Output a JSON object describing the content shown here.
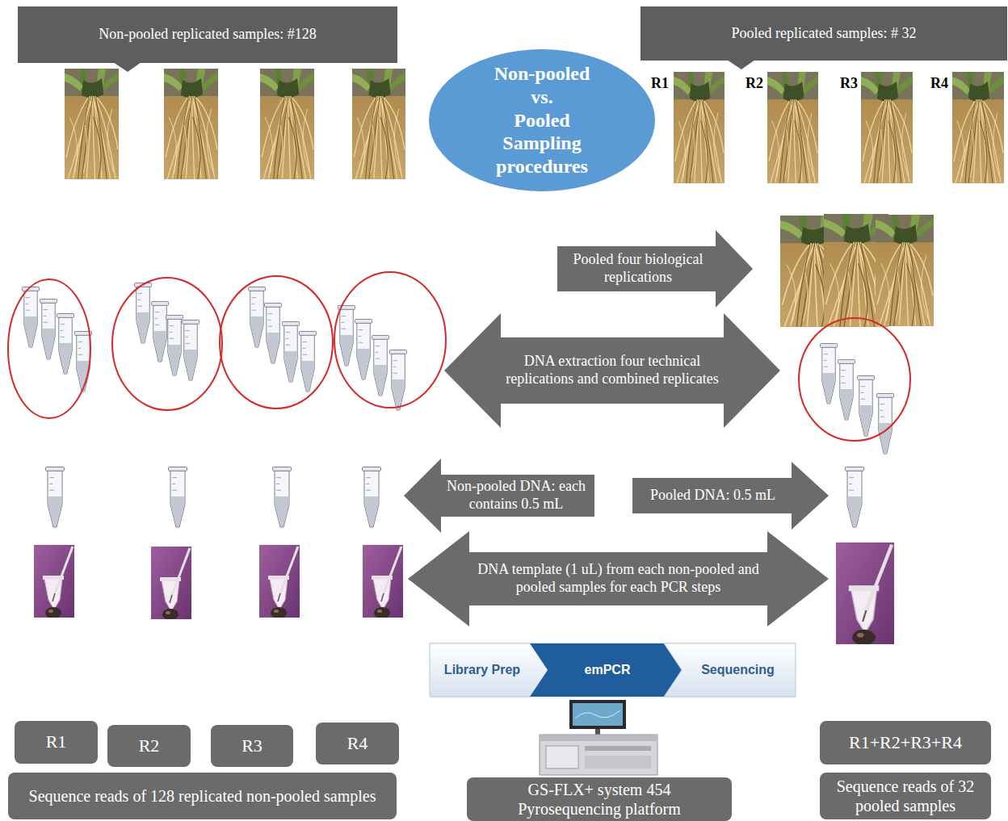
{
  "diagram": {
    "nodes": [
      {
        "text": [
          "Non-pooled replicated samples: #128"
        ]
      },
      {
        "text": [
          "Non-pooled vs. Pooled Sampling procedures"
        ]
      },
      {
        "text": [
          "Pooled replicated samples: # 32"
        ]
      },
      {
        "text": [
          "Pooled four biological replications"
        ]
      },
      {
        "text": [
          "DNA extraction four technical replications and combined replicates"
        ]
      },
      {
        "text": [
          "Non-pooled DNA: each contains 0.5 mL"
        ]
      },
      {
        "text": [
          "Pooled DNA: 0.5 mL"
        ]
      },
      {
        "text": [
          "DNA template (1 uL) from each non-pooled and pooled samples for each PCR steps"
        ]
      },
      {
        "text": [
          "Library Prep"
        ]
      },
      {
        "text": [
          "emPCR"
        ]
      },
      {
        "text": [
          "Sequencing"
        ]
      },
      {
        "text": [
          "R1"
        ]
      },
      {
        "text": [
          "R2"
        ]
      },
      {
        "text": [
          "R3"
        ]
      },
      {
        "text": [
          "R4"
        ]
      },
      {
        "text": [
          "Sequence reads of 128 replicated non-pooled samples"
        ]
      },
      {
        "text": [
          "GS-FLX+ system 454 Pyrosequencing platform"
        ]
      },
      {
        "text": [
          "R1+R2+R3+R4"
        ]
      },
      {
        "text": [
          "Sequence reads of 32 pooled samples"
        ]
      }
    ],
    "labels": [
      "R1",
      "R2",
      "R3",
      "R4"
    ]
  }
}
